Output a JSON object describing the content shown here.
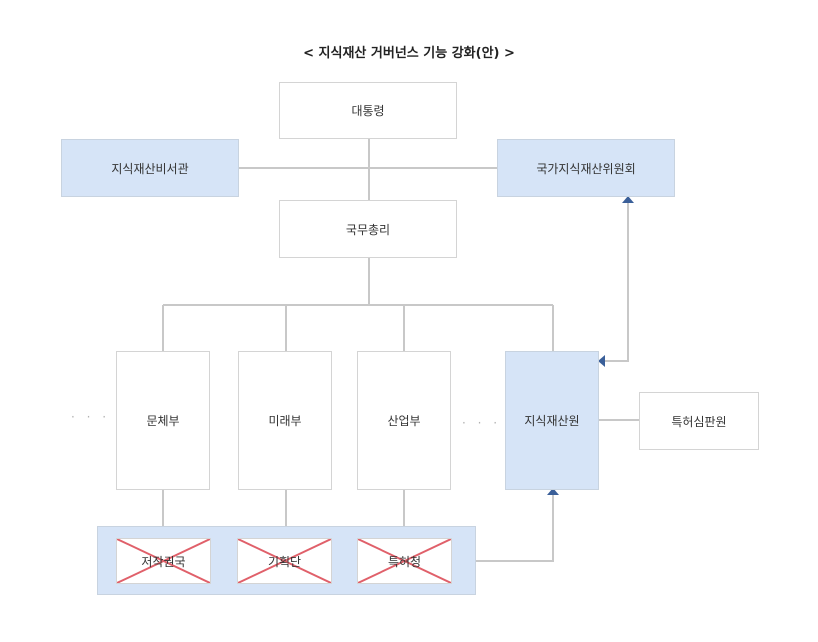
{
  "title": "< 지식재산 거버넌스 기능 강화(안) >",
  "nodes": {
    "president": "대통령",
    "ip_secretary": "지식재산비서관",
    "national_ip_committee": "국가지식재산위원회",
    "prime_minister": "국무총리",
    "culture_ministry": "문체부",
    "future_ministry": "미래부",
    "industry_ministry": "산업부",
    "ip_agency": "지식재산원",
    "patent_tribunal": "특허심판원"
  },
  "ellipsis": "· · ·",
  "removed": {
    "copyright_bureau": "저작권국",
    "planning_group": "기획단",
    "patent_office": "특허청"
  },
  "colors": {
    "highlight": "#d6e4f7",
    "connector": "#c8c8c8",
    "arrow": "#3a5f99",
    "cross": "#e0606a"
  }
}
